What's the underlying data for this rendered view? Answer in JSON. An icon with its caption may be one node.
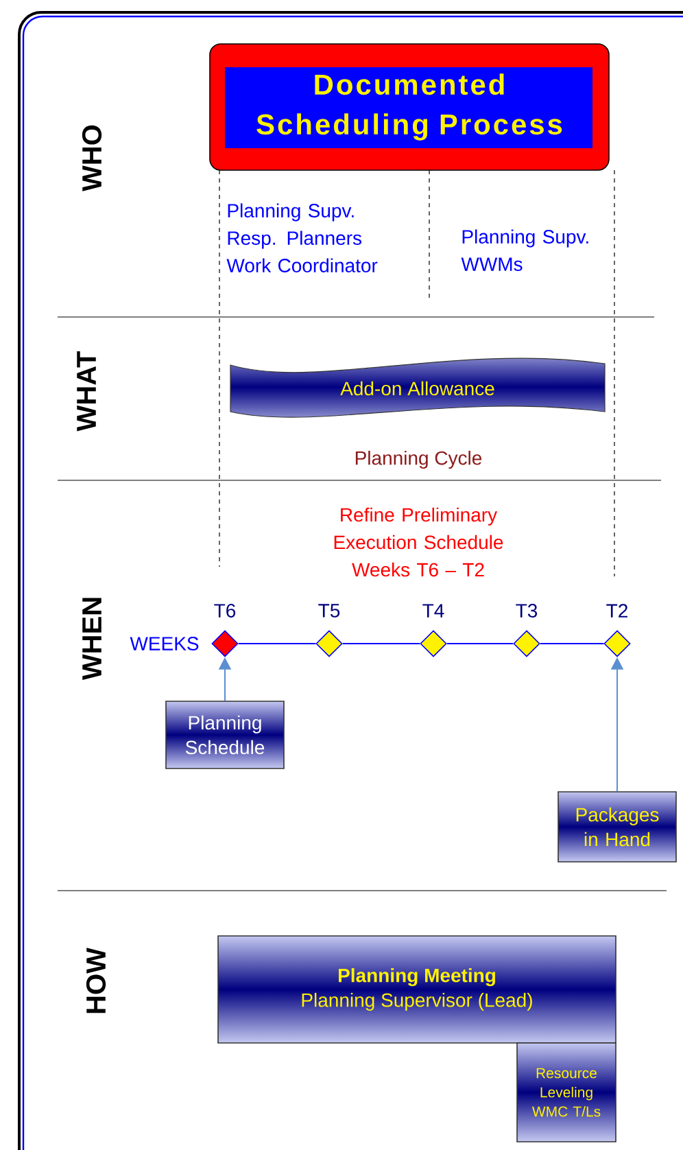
{
  "diagram": {
    "nodes": [
      {
        "text": [
          "Documented Scheduling Process"
        ]
      },
      {
        "text": [
          "Add-on Allowance"
        ]
      },
      {
        "text": [],
        "shape": "diamond",
        "beside": [
          "T6"
        ]
      },
      {
        "text": [],
        "shape": "diamond",
        "beside": [
          "T5"
        ]
      },
      {
        "text": [],
        "shape": "diamond",
        "beside": [
          "T4"
        ]
      },
      {
        "text": [],
        "shape": "diamond",
        "beside": [
          "T3"
        ]
      },
      {
        "text": [],
        "shape": "diamond",
        "beside": [
          "T2"
        ]
      },
      {
        "text": [
          "Planning Schedule"
        ]
      },
      {
        "text": [
          "Packages in Hand"
        ]
      },
      {
        "text": [
          "Planning Meeting",
          "Planning Supervisor (Lead)"
        ]
      },
      {
        "text": [
          "Resource Leveling WMC T/Ls"
        ]
      }
    ],
    "edges": [
      {
        "from": 2,
        "to": 3,
        "arrow": "none"
      },
      {
        "from": 3,
        "to": 4,
        "arrow": "none"
      },
      {
        "from": 4,
        "to": 5,
        "arrow": "none"
      },
      {
        "from": 5,
        "to": 6,
        "arrow": "none"
      },
      {
        "from": 7,
        "to": 2,
        "arrow": "to",
        "color": "#5b8fd0"
      },
      {
        "from": 8,
        "to": 6,
        "arrow": "to",
        "color": "#5b8fd0"
      }
    ],
    "labels": [
      "WHO",
      "Planning Supv. Resp. Planners Work Coordinator",
      "Planning Supv. WWMs",
      "WHAT",
      "Planning Cycle",
      "Refine Preliminary Execution Schedule Weeks T6 – T2",
      "WHEN",
      "WEEKS",
      "HOW"
    ]
  }
}
